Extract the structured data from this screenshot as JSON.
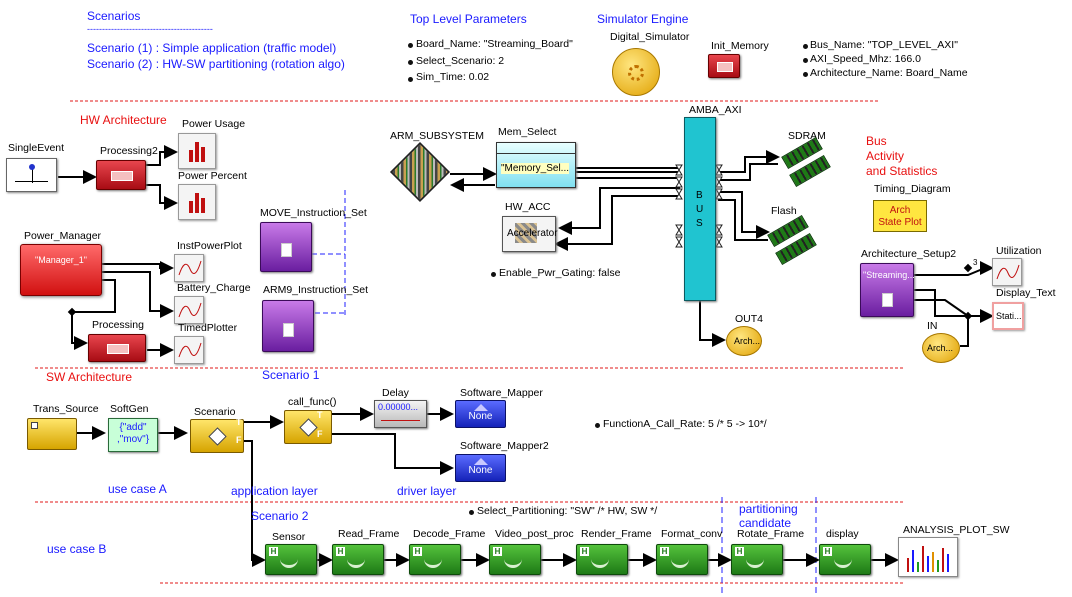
{
  "header": {
    "scenarios_title": "Scenarios",
    "scenarios_rule": "------------------------------------------",
    "scenario1": "Scenario (1) :  Simple application (traffic model)",
    "scenario2": "Scenario (2) :  HW-SW partitioning (rotation algo)",
    "top_params_title": "Top Level Parameters",
    "params": [
      "Board_Name: \"Streaming_Board\"",
      "Select_Scenario: 2",
      "Sim_Time: 0.02"
    ],
    "sim_engine_title": "Simulator Engine",
    "digital_simulator": "Digital_Simulator",
    "init_memory": "Init_Memory",
    "bus_params": [
      "Bus_Name: \"TOP_LEVEL_AXI\"",
      "AXI_Speed_Mhz: 166.0",
      "Architecture_Name: Board_Name"
    ]
  },
  "hw": {
    "section_label": "HW Architecture",
    "single_event": "SingleEvent",
    "processing2": "Processing2",
    "power_usage": "Power Usage",
    "power_percent": "Power Percent",
    "power_manager": "Power_Manager",
    "manager_text": "\"Manager_1\"",
    "inst_power_plot": "InstPowerPlot",
    "battery_charge": "Battery_Charge",
    "timed_plotter": "TimedPlotter",
    "processing": "Processing",
    "move_instruction_set": "MOVE_Instruction_Set",
    "arm9_instruction_set": "ARM9_Instruction_Set",
    "arm_subsystem": "ARM_SUBSYSTEM",
    "mem_select": "Mem_Select",
    "mem_select_text": "\"Memory_Sel...",
    "hw_acc": "HW_ACC",
    "accelerator_text": "Accelerator",
    "enable_pwr_gating": "Enable_Pwr_Gating: false",
    "amba_axi": "AMBA_AXI",
    "bus_letters": [
      "B",
      "U",
      "S"
    ],
    "sdram": "SDRAM",
    "flash": "Flash",
    "out4": "OUT4",
    "out4_text": "Arch...",
    "bus_activity_lines": [
      "Bus",
      "Activity",
      "and Statistics"
    ],
    "timing_diagram": "Timing_Diagram",
    "timing_text_1": "Arch",
    "timing_text_2": "State Plot",
    "architecture_setup2": "Architecture_Setup2",
    "arch_setup_text": "\"Streaming...",
    "utilization": "Utilization",
    "display_text": "Display_Text",
    "display_text_inner": "Stati...",
    "in_label": "IN",
    "in_text": "Arch...",
    "port_count": "3"
  },
  "sw": {
    "section_label": "SW Architecture",
    "scenario1_label": "Scenario 1",
    "trans_source": "Trans_Source",
    "softgen": "SoftGen",
    "softgen_text_1": "{\"add\"",
    "softgen_text_2": ",\"mov\"}",
    "scenario_block": "Scenario",
    "call_func": "call_func()",
    "delay": "Delay",
    "delay_value": "0.00000...",
    "software_mapper": "Software_Mapper",
    "software_mapper2": "Software_Mapper2",
    "none_text": "None",
    "function_rate": "FunctionA_Call_Rate: 5  /* 5 -> 10*/",
    "use_case_a": "use case A",
    "application_layer": "application layer",
    "driver_layer": "driver layer",
    "scenario2_label": "Scenario 2",
    "select_partitioning": "Select_Partitioning: \"SW\" /*  HW, SW */",
    "partitioning_candidate_1": "partitioning",
    "partitioning_candidate_2": "candidate",
    "use_case_b": "use case B",
    "port_t": "T",
    "port_f": "F",
    "pipeline": [
      "Sensor",
      "Read_Frame",
      "Decode_Frame",
      "Video_post_proc",
      "Render_Frame",
      "Format_conv",
      "Rotate_Frame",
      "display"
    ],
    "analysis_plot": "ANALYSIS_PLOT_SW"
  },
  "colors": {
    "section_red": "#e81010",
    "annotation_blue": "#1a1aff",
    "bus_cyan": "#20c4d0"
  }
}
